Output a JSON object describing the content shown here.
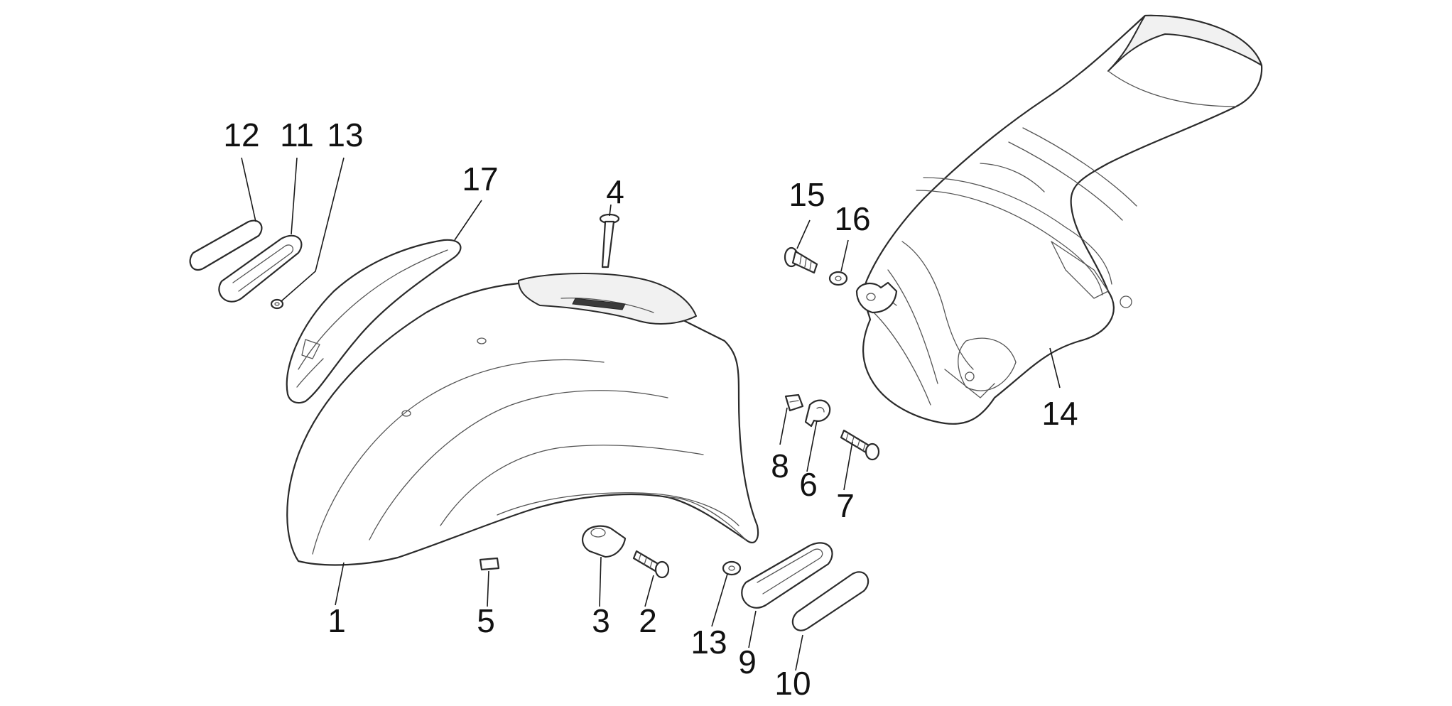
{
  "diagram": {
    "callouts": [
      {
        "id": "c12a",
        "label": "12"
      },
      {
        "id": "c11",
        "label": "11"
      },
      {
        "id": "c13a",
        "label": "13"
      },
      {
        "id": "c17",
        "label": "17"
      },
      {
        "id": "c4",
        "label": "4"
      },
      {
        "id": "c15",
        "label": "15"
      },
      {
        "id": "c16",
        "label": "16"
      },
      {
        "id": "c14",
        "label": "14"
      },
      {
        "id": "c8",
        "label": "8"
      },
      {
        "id": "c6",
        "label": "6"
      },
      {
        "id": "c7",
        "label": "7"
      },
      {
        "id": "c1",
        "label": "1"
      },
      {
        "id": "c5",
        "label": "5"
      },
      {
        "id": "c3",
        "label": "3"
      },
      {
        "id": "c2",
        "label": "2"
      },
      {
        "id": "c13b",
        "label": "13"
      },
      {
        "id": "c9",
        "label": "9"
      },
      {
        "id": "c10",
        "label": "10"
      }
    ]
  },
  "colors": {
    "line": "#2b2b2b",
    "background": "#ffffff"
  }
}
